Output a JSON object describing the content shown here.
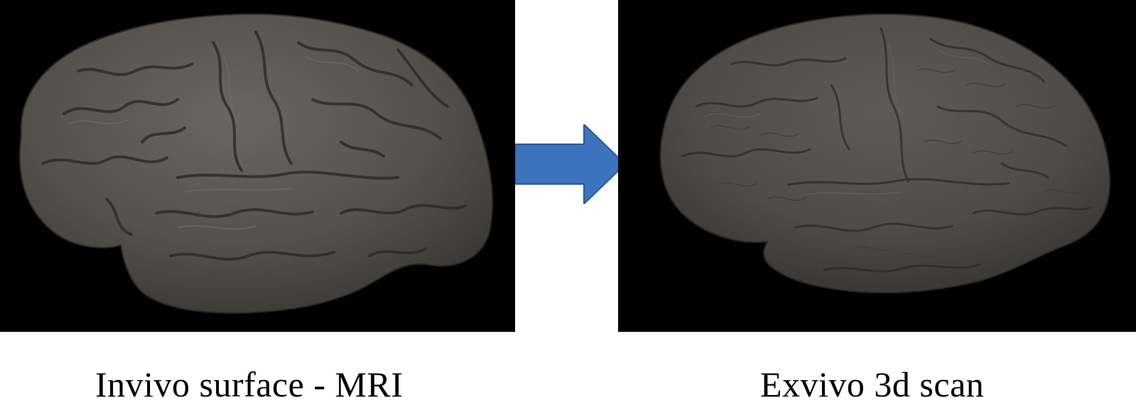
{
  "captions": {
    "left": "Invivo surface - MRI",
    "right": "Exvivo 3d scan"
  },
  "images": {
    "left": "brain-surface-mri-render",
    "right": "brain-3d-scan-render"
  },
  "icons": {
    "arrow": "right-arrow-icon"
  },
  "colors": {
    "panel_bg": "#000000",
    "brain_fill": "#54514d",
    "brain_shadow": "#3a3835",
    "arrow_fill": "#3b73bf",
    "arrow_stroke": "#2a5a99",
    "caption_text": "#000000"
  }
}
